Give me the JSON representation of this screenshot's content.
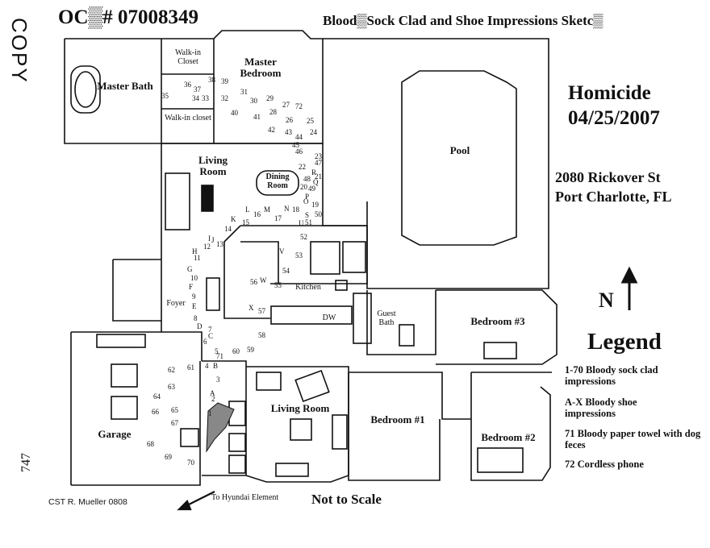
{
  "header": {
    "copy_stamp": "COPY",
    "case_number": "OC▒# 07008349",
    "sketch_title": "Blood▒Sock Clad and Shoe Impressions Sketc▒",
    "case_type": "Homicide",
    "case_date": "04/25/2007",
    "address_line1": "2080 Rickover St",
    "address_line2": "Port Charlotte, FL"
  },
  "rooms": {
    "master_bath": "Master Bath",
    "walk_in_closet_1": "Walk-in Closet",
    "walk_in_closet_2": "Walk-in closet",
    "master_bedroom": "Master Bedroom",
    "pool": "Pool",
    "living_room_north": "Living Room",
    "dining_room": "Dining Room",
    "kitchen": "Kitchen",
    "foyer": "Foyer",
    "guest_bath": "Guest Bath",
    "bedroom_3": "Bedroom #3",
    "garage": "Garage",
    "living_room_south": "Living Room",
    "bedroom_1": "Bedroom #1",
    "bedroom_2": "Bedroom #2"
  },
  "legend": {
    "title": "Legend",
    "north": "N",
    "items": [
      "1-70 Bloody sock clad impressions",
      "A-X Bloody shoe impressions",
      "71 Bloody paper towel with dog feces",
      "72 Cordless phone"
    ]
  },
  "footer": {
    "not_to_scale": "Not to Scale",
    "investigator": "CST R. Mueller 0808",
    "to_vehicle": "To Hyundai Element",
    "page_mark": "747"
  },
  "appliance": {
    "dw": "DW"
  },
  "markers": [
    {
      "label": "36"
    },
    {
      "label": "37"
    },
    {
      "label": "38"
    },
    {
      "label": "39"
    },
    {
      "label": "35"
    },
    {
      "label": "34"
    },
    {
      "label": "33"
    },
    {
      "label": "32"
    },
    {
      "label": "31"
    },
    {
      "label": "30"
    },
    {
      "label": "29"
    },
    {
      "label": "40"
    },
    {
      "label": "41"
    },
    {
      "label": "28"
    },
    {
      "label": "27"
    },
    {
      "label": "72"
    },
    {
      "label": "26"
    },
    {
      "label": "25"
    },
    {
      "label": "42"
    },
    {
      "label": "43"
    },
    {
      "label": "44"
    },
    {
      "label": "24"
    },
    {
      "label": "45"
    },
    {
      "label": "46"
    },
    {
      "label": "23"
    },
    {
      "label": "47"
    },
    {
      "label": "22"
    },
    {
      "label": "21"
    },
    {
      "label": "48"
    },
    {
      "label": "20"
    },
    {
      "label": "49"
    },
    {
      "label": "R"
    },
    {
      "label": "Q"
    },
    {
      "label": "P"
    },
    {
      "label": "O"
    },
    {
      "label": "19"
    },
    {
      "label": "18"
    },
    {
      "label": "N"
    },
    {
      "label": "50"
    },
    {
      "label": "M"
    },
    {
      "label": "L"
    },
    {
      "label": "16"
    },
    {
      "label": "17"
    },
    {
      "label": "51"
    },
    {
      "label": "U"
    },
    {
      "label": "S"
    },
    {
      "label": "15"
    },
    {
      "label": "K"
    },
    {
      "label": "14"
    },
    {
      "label": "J"
    },
    {
      "label": "13"
    },
    {
      "label": "I"
    },
    {
      "label": "12"
    },
    {
      "label": "H"
    },
    {
      "label": "11"
    },
    {
      "label": "52"
    },
    {
      "label": "V"
    },
    {
      "label": "53"
    },
    {
      "label": "54"
    },
    {
      "label": "G"
    },
    {
      "label": "10"
    },
    {
      "label": "F"
    },
    {
      "label": "9"
    },
    {
      "label": "56"
    },
    {
      "label": "W"
    },
    {
      "label": "55"
    },
    {
      "label": "E"
    },
    {
      "label": "8"
    },
    {
      "label": "D"
    },
    {
      "label": "7"
    },
    {
      "label": "X"
    },
    {
      "label": "57"
    },
    {
      "label": "58"
    },
    {
      "label": "6"
    },
    {
      "label": "C"
    },
    {
      "label": "5"
    },
    {
      "label": "60"
    },
    {
      "label": "59"
    },
    {
      "label": "71"
    },
    {
      "label": "4"
    },
    {
      "label": "B"
    },
    {
      "label": "3"
    },
    {
      "label": "61"
    },
    {
      "label": "62"
    },
    {
      "label": "63"
    },
    {
      "label": "64"
    },
    {
      "label": "A"
    },
    {
      "label": "2"
    },
    {
      "label": "1"
    },
    {
      "label": "65"
    },
    {
      "label": "66"
    },
    {
      "label": "67"
    },
    {
      "label": "68"
    },
    {
      "label": "69"
    },
    {
      "label": "70"
    }
  ]
}
